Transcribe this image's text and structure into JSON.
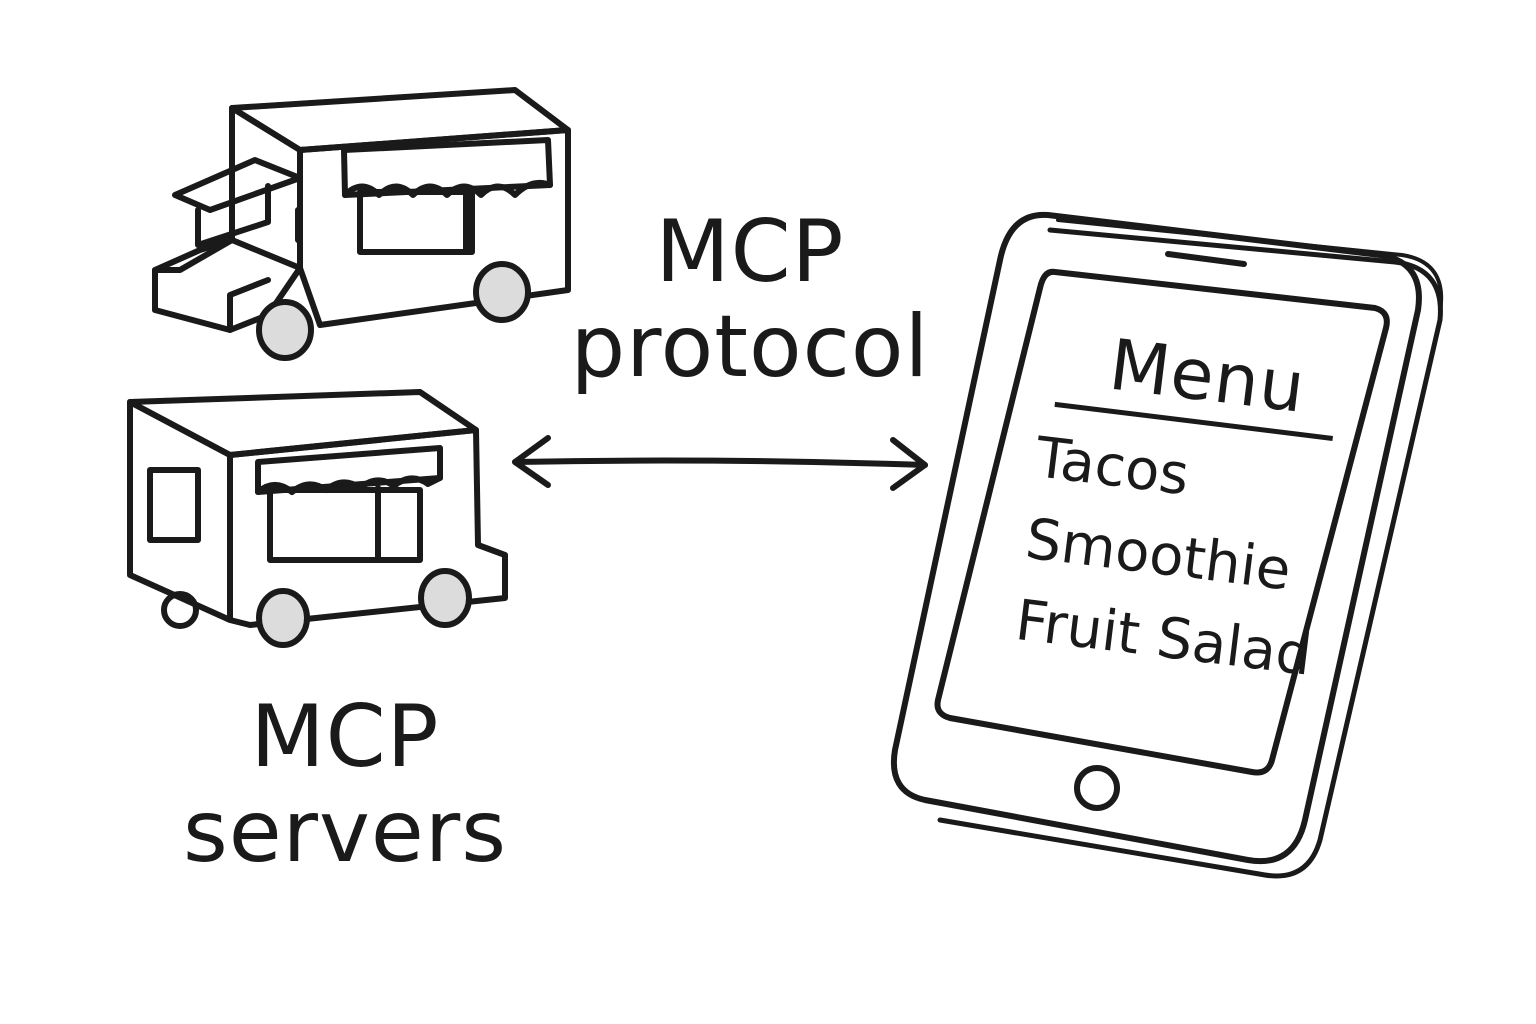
{
  "labels": {
    "protocol": "MCP protocol",
    "servers": "MCP servers"
  },
  "menu": {
    "title": "Menu",
    "items": [
      "Tacos",
      "Smoothie",
      "Fruit Salad"
    ]
  },
  "colors": {
    "ink": "#1a1a1a",
    "wheel_fill": "#dcdcdc",
    "background": "#ffffff"
  },
  "icons": [
    "food-truck-icon",
    "food-truck-icon",
    "tablet-icon",
    "double-arrow-icon"
  ]
}
